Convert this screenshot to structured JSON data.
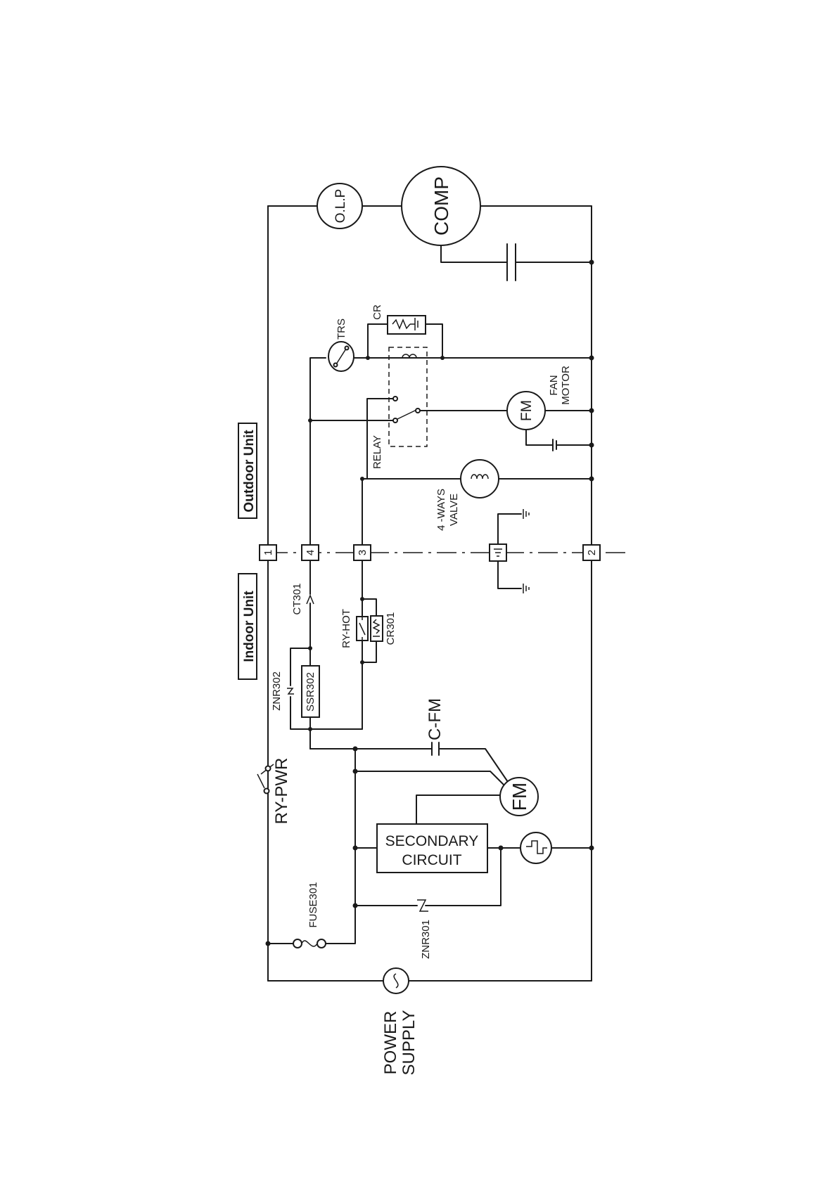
{
  "sections": {
    "outdoor": "Outdoor Unit",
    "indoor": "Indoor Unit"
  },
  "terminals": [
    "1",
    "4",
    "3",
    "2"
  ],
  "components": {
    "olp": "O.L.P",
    "comp": "COMP",
    "trs": "TRS",
    "cr": "CR",
    "relay": "RELAY",
    "fm_outdoor": "FM",
    "fan_motor": [
      "FAN",
      "MOTOR"
    ],
    "four_way_valve": [
      "4 -WAYS",
      "VALVE"
    ],
    "ct301": "CT301",
    "ry_hot": "RY-HOT",
    "cr301": "CR301",
    "znr302": "ZNR302",
    "ssr302": "SSR302",
    "c_fm": "C-FM",
    "fm_indoor": "FM",
    "ry_pwr": "RY-PWR",
    "secondary_circuit": [
      "SECONDARY",
      "CIRCUIT"
    ],
    "fuse301": "FUSE301",
    "znr301": "ZNR301",
    "power_supply": [
      "POWER",
      "SUPPLY"
    ]
  },
  "colors": {
    "ink": "#1a1a1a",
    "background": "#ffffff"
  }
}
